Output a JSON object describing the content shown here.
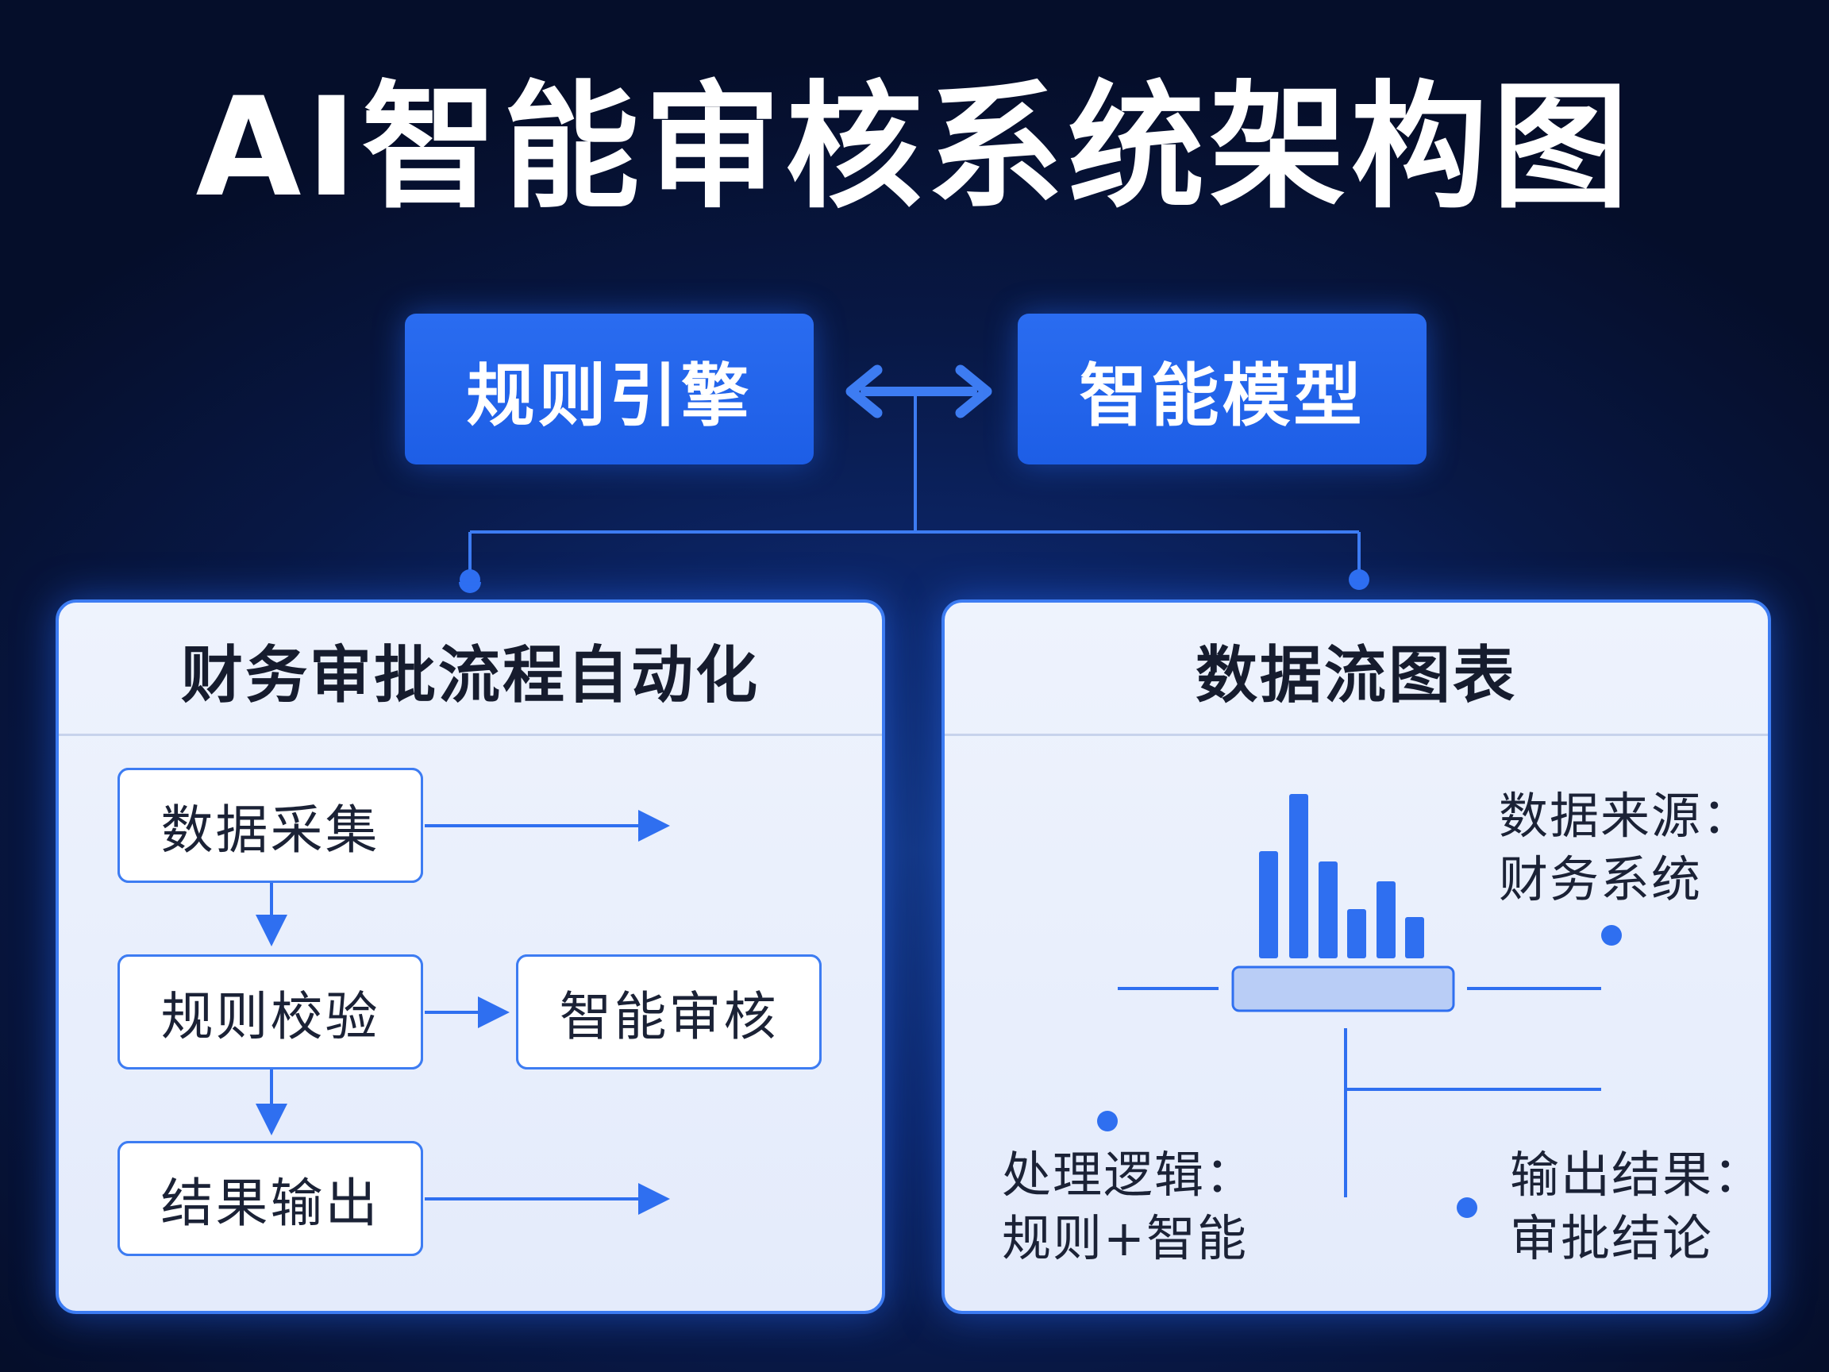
{
  "title": "AI智能审核系统架构图",
  "top": {
    "rules_engine": "规则引擎",
    "ai_model": "智能模型"
  },
  "left_panel": {
    "header": "财务审批流程自动化",
    "steps": {
      "collect": "数据采集",
      "validate": "规则校验",
      "output": "结果输出",
      "ai_review": "智能审核"
    }
  },
  "right_panel": {
    "header": "数据流图表",
    "source_line1": "数据来源：",
    "source_line2": "财务系统",
    "logic_line1": "处理逻辑：",
    "logic_line2": "规则+智能",
    "result_line1": "输出结果：",
    "result_line2": "审批结论"
  },
  "colors": {
    "accent": "#2a6cf0",
    "line": "#3d7cf2",
    "panel_bg": "#eef3fd",
    "background": "#081845"
  },
  "icons": {
    "connector": "double-arrow-icon",
    "chart": "bar-chart-icon"
  }
}
